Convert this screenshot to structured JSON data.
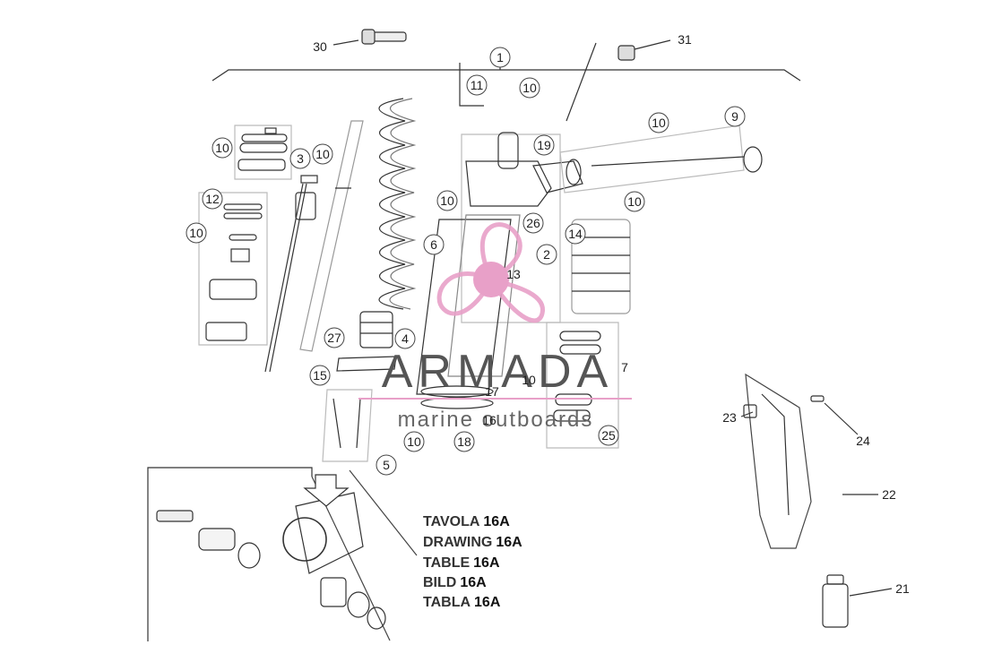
{
  "callouts": [
    "1",
    "2",
    "3",
    "4",
    "5",
    "6",
    "7",
    "9",
    "10",
    "11",
    "12",
    "13",
    "14",
    "15",
    "16",
    "17",
    "18",
    "19",
    "21",
    "22",
    "23",
    "24",
    "25",
    "26",
    "27",
    "30",
    "31"
  ],
  "table_labels": [
    {
      "word": "TAVOLA",
      "code": "16A"
    },
    {
      "word": "DRAWING",
      "code": "16A"
    },
    {
      "word": "TABLE",
      "code": "16A"
    },
    {
      "word": "BILD",
      "code": "16A"
    },
    {
      "word": "TABLA",
      "code": "16A"
    }
  ],
  "watermark": {
    "title": "ARMADA",
    "subtitle": "marine outboards",
    "color": "#e8a0c8"
  }
}
